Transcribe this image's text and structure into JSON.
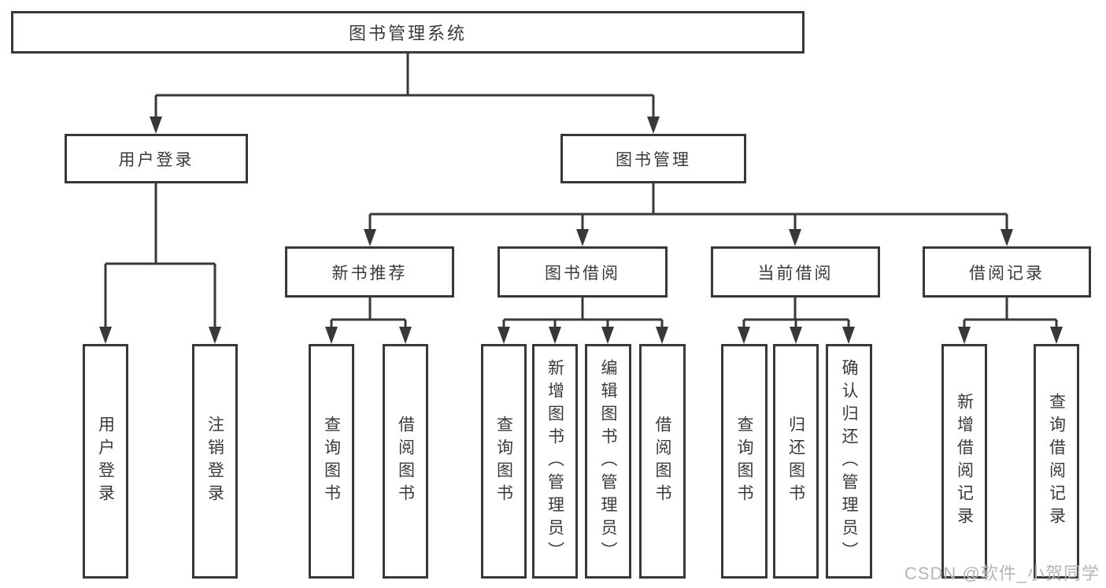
{
  "diagram": {
    "root": {
      "label": "图书管理系统",
      "children": [
        {
          "label": "用户登录",
          "children": [
            {
              "label": "用户登录"
            },
            {
              "label": "注销登录"
            }
          ]
        },
        {
          "label": "图书管理",
          "children": [
            {
              "label": "新书推荐",
              "children": [
                {
                  "label": "查询图书"
                },
                {
                  "label": "借阅图书"
                }
              ]
            },
            {
              "label": "图书借阅",
              "children": [
                {
                  "label": "查询图书"
                },
                {
                  "label": "新增图书（管理员）"
                },
                {
                  "label": "编辑图书（管理员）"
                },
                {
                  "label": "借阅图书"
                }
              ]
            },
            {
              "label": "当前借阅",
              "children": [
                {
                  "label": "查询图书"
                },
                {
                  "label": "归还图书"
                },
                {
                  "label": "确认归还（管理员）"
                }
              ]
            },
            {
              "label": "借阅记录",
              "children": [
                {
                  "label": "新增借阅记录"
                },
                {
                  "label": "查询借阅记录"
                }
              ]
            }
          ]
        }
      ]
    }
  },
  "watermark": "CSDN @软件_小贺同学",
  "colors": {
    "line": "#383838",
    "text": "#3a3a3a",
    "watermark": "#b5b5b5",
    "background": "#ffffff"
  }
}
